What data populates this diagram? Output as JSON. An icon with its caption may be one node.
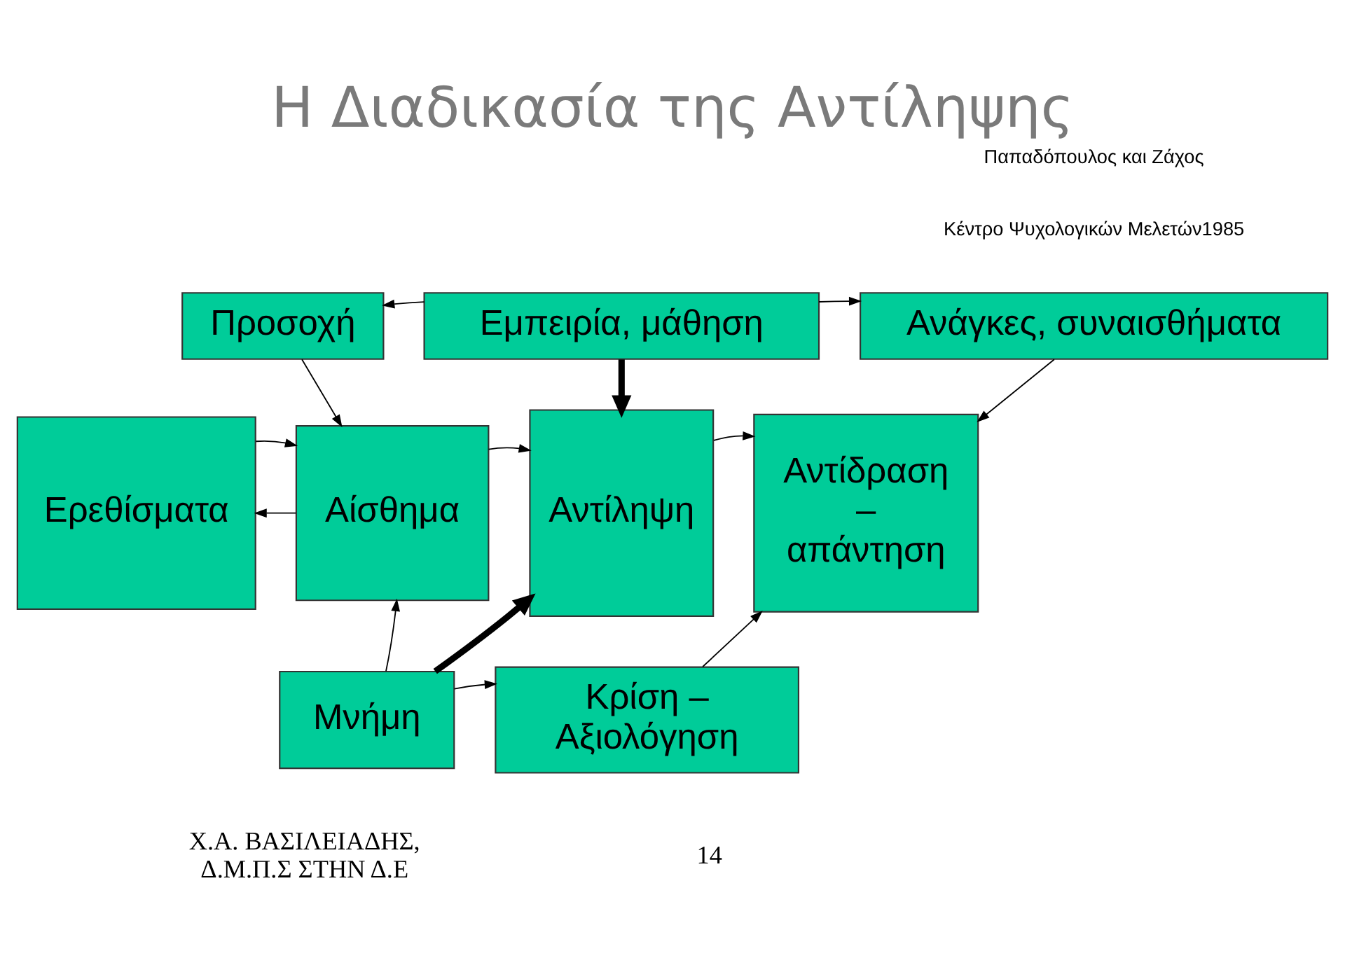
{
  "diagram": {
    "title": "Η Διαδικασία της Αντίληψης",
    "nodes": [
      {
        "text": [
          "Προσοχή"
        ]
      },
      {
        "text": [
          "Εμπειρία, μάθηση"
        ]
      },
      {
        "text": [
          "Ανάγκες, συναισθήματα"
        ]
      },
      {
        "text": [
          "Ερεθίσματα"
        ]
      },
      {
        "text": [
          "Αίσθημα"
        ]
      },
      {
        "text": [
          "Αντίληψη"
        ]
      },
      {
        "text": [
          "Αντίδραση – απάντηση"
        ]
      },
      {
        "text": [
          "Μνήμη"
        ]
      },
      {
        "text": [
          "Κρίση – Αξιολόγηση"
        ]
      }
    ],
    "edges": [
      {
        "from": 1,
        "to": 0,
        "arrow": "to"
      },
      {
        "from": 1,
        "to": 2,
        "arrow": "to"
      },
      {
        "from": 0,
        "to": 4,
        "arrow": "to"
      },
      {
        "from": 1,
        "to": 5,
        "arrow": "to",
        "style": "thick"
      },
      {
        "from": 2,
        "to": 6,
        "arrow": "to"
      },
      {
        "from": 4,
        "to": 3,
        "arrow": "to"
      },
      {
        "from": 3,
        "to": 4,
        "arrow": "to"
      },
      {
        "from": 4,
        "to": 5,
        "arrow": "to"
      },
      {
        "from": 5,
        "to": 6,
        "arrow": "to"
      },
      {
        "from": 7,
        "to": 4,
        "arrow": "to"
      },
      {
        "from": 7,
        "to": 5,
        "arrow": "to",
        "style": "thick"
      },
      {
        "from": 7,
        "to": 8,
        "arrow": "to"
      },
      {
        "from": 8,
        "to": 6,
        "arrow": "to"
      }
    ],
    "labels": [
      "Παπαδόπουλος και Ζάχος",
      "Κέντρο Ψυχολογικών Μελετών1985",
      "Χ.Α. ΒΑΣΙΛΕΙΑΔΗΣ, Δ.Μ.Π.Σ ΣΤΗΝ Δ.Ε",
      "14"
    ]
  }
}
